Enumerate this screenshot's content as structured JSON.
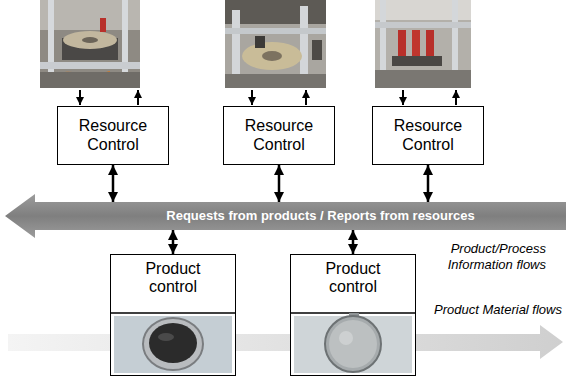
{
  "diagram": {
    "nodes": [
      {
        "text": [
          "Resource Control"
        ]
      },
      {
        "text": [
          "Resource Control"
        ]
      },
      {
        "text": [
          "Resource Control"
        ]
      },
      {
        "text": [
          "Requests from products / Reports from resources"
        ]
      },
      {
        "text": [
          "Product control"
        ]
      },
      {
        "text": [
          "Product control"
        ]
      }
    ],
    "edges": [
      {
        "from": 0,
        "to": 3,
        "arrow": "both"
      },
      {
        "from": 1,
        "to": 3,
        "arrow": "both"
      },
      {
        "from": 2,
        "to": 3,
        "arrow": "both"
      },
      {
        "from": 4,
        "to": 3,
        "arrow": "both"
      },
      {
        "from": 5,
        "to": 3,
        "arrow": "both"
      }
    ],
    "labels": [
      "Product/Process Information flows",
      "Product Material flows"
    ]
  }
}
